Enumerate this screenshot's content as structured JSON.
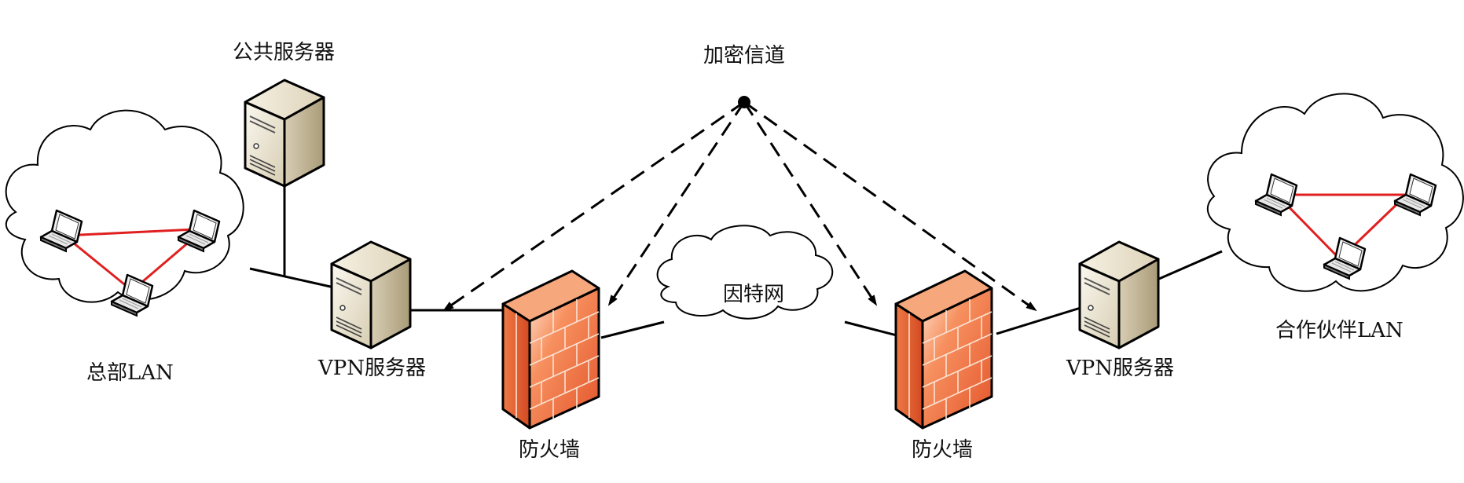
{
  "labels": {
    "public_server": "公共服务器",
    "encrypted_channel": "加密信道",
    "hq_lan": "总部LAN",
    "vpn_server_left": "VPN服务器",
    "firewall_left": "防火墙",
    "internet": "因特网",
    "firewall_right": "防火墙",
    "vpn_server_right": "VPN服务器",
    "partner_lan": "合作伙伴LAN"
  },
  "colors": {
    "line": "#000000",
    "lan_link": "#e02020",
    "firewall_front": "#f26c3a",
    "firewall_side": "#c8451c",
    "server_body": "#e9e2cf",
    "server_side": "#b8ad8f"
  }
}
